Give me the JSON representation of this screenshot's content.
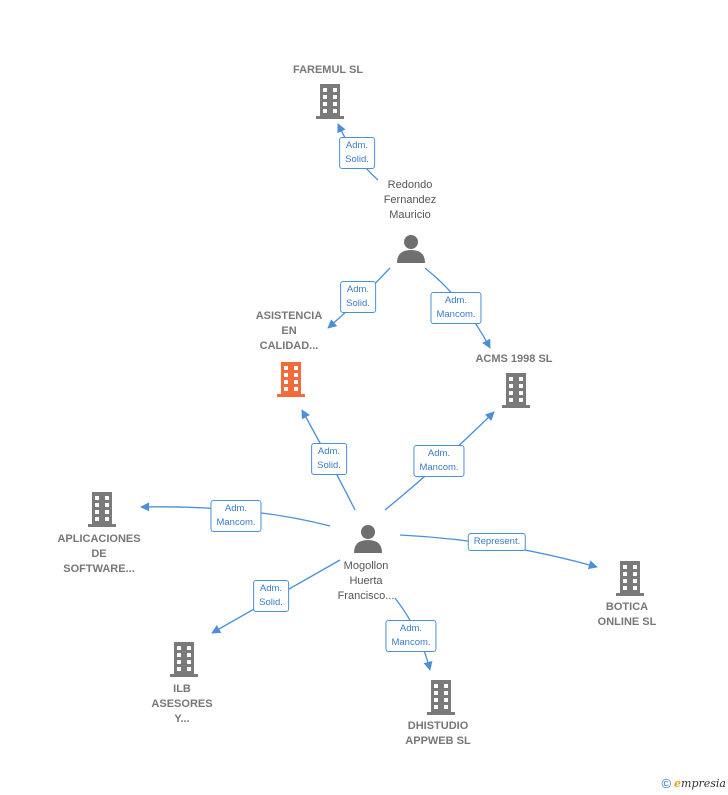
{
  "colors": {
    "edge": "#4a90d9",
    "company_icon": "#7a7a7a",
    "highlight_icon": "#f26b3a",
    "person_icon": "#6f6f6f"
  },
  "nodes": {
    "faremul": {
      "label": "FAREMUL SL",
      "kind": "company"
    },
    "redondo": {
      "label": "Redondo\nFernandez\nMauricio",
      "kind": "person"
    },
    "asistencia": {
      "label": "ASISTENCIA\nEN\nCALIDAD...",
      "kind": "company-highlight"
    },
    "acms": {
      "label": "ACMS 1998  SL",
      "kind": "company"
    },
    "aplicaciones": {
      "label": "APLICACIONES\nDE\nSOFTWARE...",
      "kind": "company"
    },
    "mogollon": {
      "label": "Mogollon\nHuerta\nFrancisco...",
      "kind": "person"
    },
    "botica": {
      "label": "BOTICA\nONLINE SL",
      "kind": "company"
    },
    "ilb": {
      "label": "ILB\nASESORES\nY...",
      "kind": "company"
    },
    "dhistudio": {
      "label": "DHISTUDIO\nAPPWEB  SL",
      "kind": "company"
    }
  },
  "edges": {
    "redondo_faremul": {
      "label": "Adm.\nSolid."
    },
    "redondo_asistencia": {
      "label": "Adm.\nSolid."
    },
    "redondo_acms": {
      "label": "Adm.\nMancom."
    },
    "mogollon_asistencia": {
      "label": "Adm.\nSolid."
    },
    "mogollon_acms": {
      "label": "Adm.\nMancom."
    },
    "mogollon_aplicaciones": {
      "label": "Adm.\nMancom."
    },
    "mogollon_botica": {
      "label": "Represent."
    },
    "mogollon_ilb": {
      "label": "Adm.\nSolid."
    },
    "mogollon_dhistudio": {
      "label": "Adm.\nMancom."
    }
  },
  "footer": {
    "copyright": "©",
    "brand_first": "e",
    "brand_rest": "mpresia"
  }
}
